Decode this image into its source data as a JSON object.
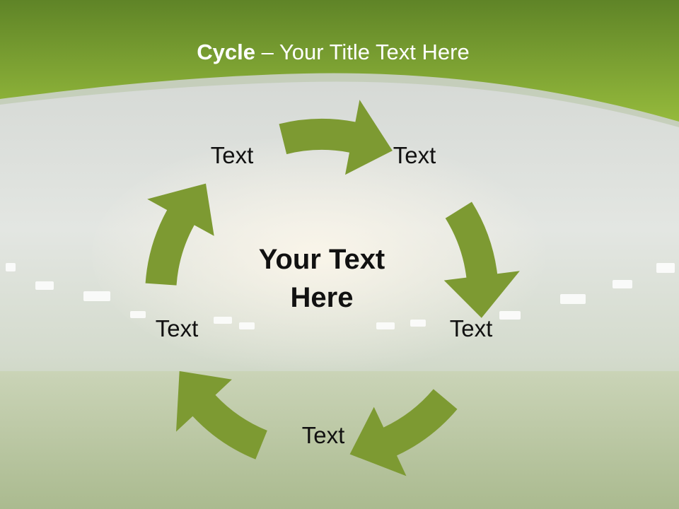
{
  "title": {
    "bold": "Cycle",
    "rest": " – Your Title Text Here"
  },
  "center_text": {
    "line1": "Your Text",
    "line2": "Here"
  },
  "cycle_nodes": [
    {
      "label": "Text"
    },
    {
      "label": "Text"
    },
    {
      "label": "Text"
    },
    {
      "label": "Text"
    },
    {
      "label": "Text"
    }
  ],
  "arrow_count": 5,
  "colors": {
    "banner_dark": "#6b8f2a",
    "banner_light": "#93b73b",
    "arrow": "#7d9a32",
    "title_text": "#ffffff",
    "body_text": "#111111"
  }
}
